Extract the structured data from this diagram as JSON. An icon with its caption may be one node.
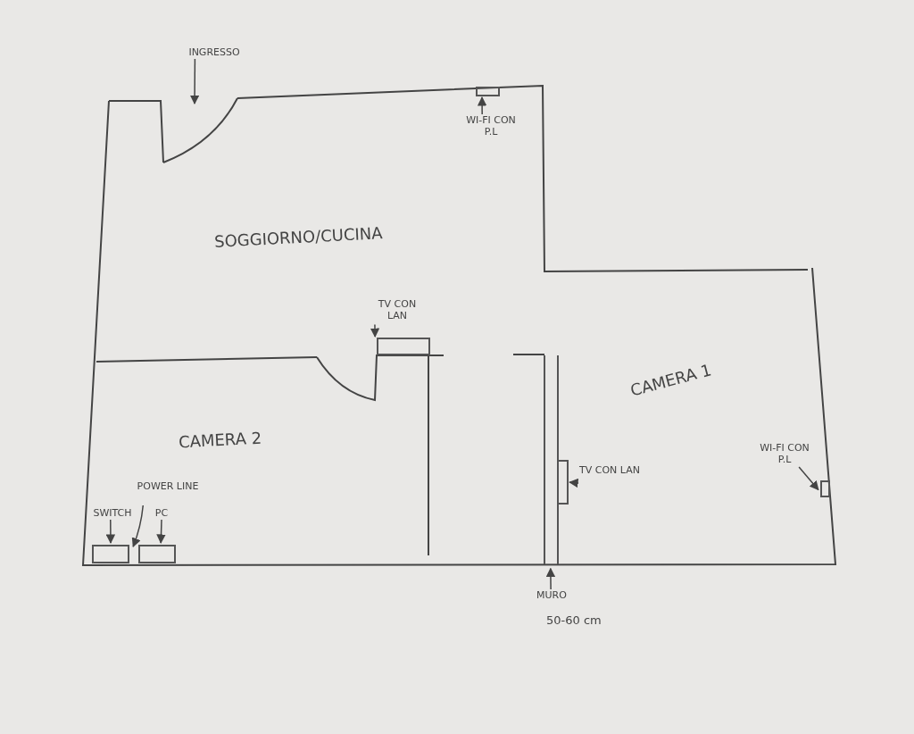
{
  "diagram": {
    "nodes": [
      {
        "text": [
          "INGRESSO"
        ]
      },
      {
        "text": [],
        "shape": "box"
      },
      {
        "text": [
          "WI-FI CON P.L"
        ]
      },
      {
        "text": [
          "TV CON LAN"
        ]
      },
      {
        "text": [],
        "shape": "box"
      },
      {
        "text": [],
        "shape": "box"
      },
      {
        "text": [
          "TV CON LAN"
        ]
      },
      {
        "text": [
          "WI-FI CON P.L"
        ]
      },
      {
        "text": [],
        "shape": "box"
      },
      {
        "text": [
          "POWER LINE"
        ]
      },
      {
        "text": [
          "SWITCH"
        ]
      },
      {
        "text": [
          "PC"
        ]
      },
      {
        "text": [],
        "shape": "box"
      },
      {
        "text": [],
        "shape": "box"
      },
      {
        "text": [],
        "shape": "bar"
      },
      {
        "text": [
          "MURO"
        ]
      }
    ],
    "edges": [
      {
        "from": 0,
        "to": null,
        "arrow": "to"
      },
      {
        "from": 2,
        "to": 1,
        "arrow": "to"
      },
      {
        "from": 3,
        "to": 4,
        "arrow": "to"
      },
      {
        "from": 6,
        "to": 5,
        "arrow": "to"
      },
      {
        "from": 7,
        "to": 8,
        "arrow": "to"
      },
      {
        "from": 9,
        "to": 12,
        "arrow": "to"
      },
      {
        "from": 10,
        "to": 12,
        "arrow": "to"
      },
      {
        "from": 11,
        "to": 13,
        "arrow": "to"
      },
      {
        "from": 15,
        "to": 14,
        "arrow": "to"
      }
    ],
    "labels": [
      "SOGGIORNO/CUCINA",
      "CAMERA 1",
      "CAMERA 2",
      "50-60 cm"
    ]
  }
}
